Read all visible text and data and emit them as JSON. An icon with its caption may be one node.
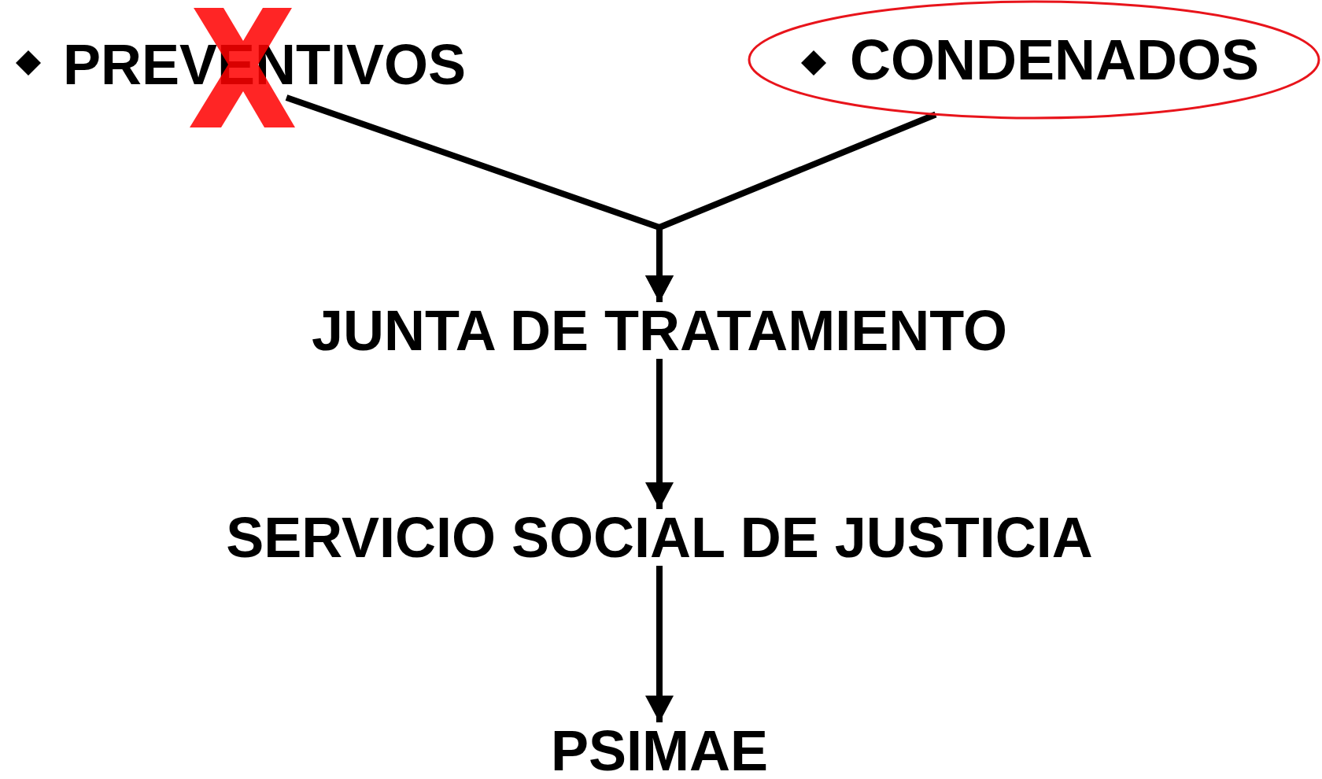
{
  "diagram": {
    "nodes": [
      {
        "text": [
          "PREVENTIVOS"
        ]
      },
      {
        "text": [
          "CONDENADOS"
        ]
      },
      {
        "text": [
          "JUNTA DE TRATAMIENTO"
        ]
      },
      {
        "text": [
          "SERVICIO SOCIAL DE JUSTICIA"
        ]
      },
      {
        "text": [
          "PSIMAE"
        ]
      },
      {
        "text": [],
        "shape": "cross"
      }
    ],
    "edges": [
      {
        "from": 0,
        "to": 2,
        "arrow": "to"
      },
      {
        "from": 1,
        "to": 2,
        "arrow": "to"
      },
      {
        "from": 2,
        "to": 3,
        "arrow": "to"
      },
      {
        "from": 3,
        "to": 4,
        "arrow": "to"
      }
    ]
  }
}
